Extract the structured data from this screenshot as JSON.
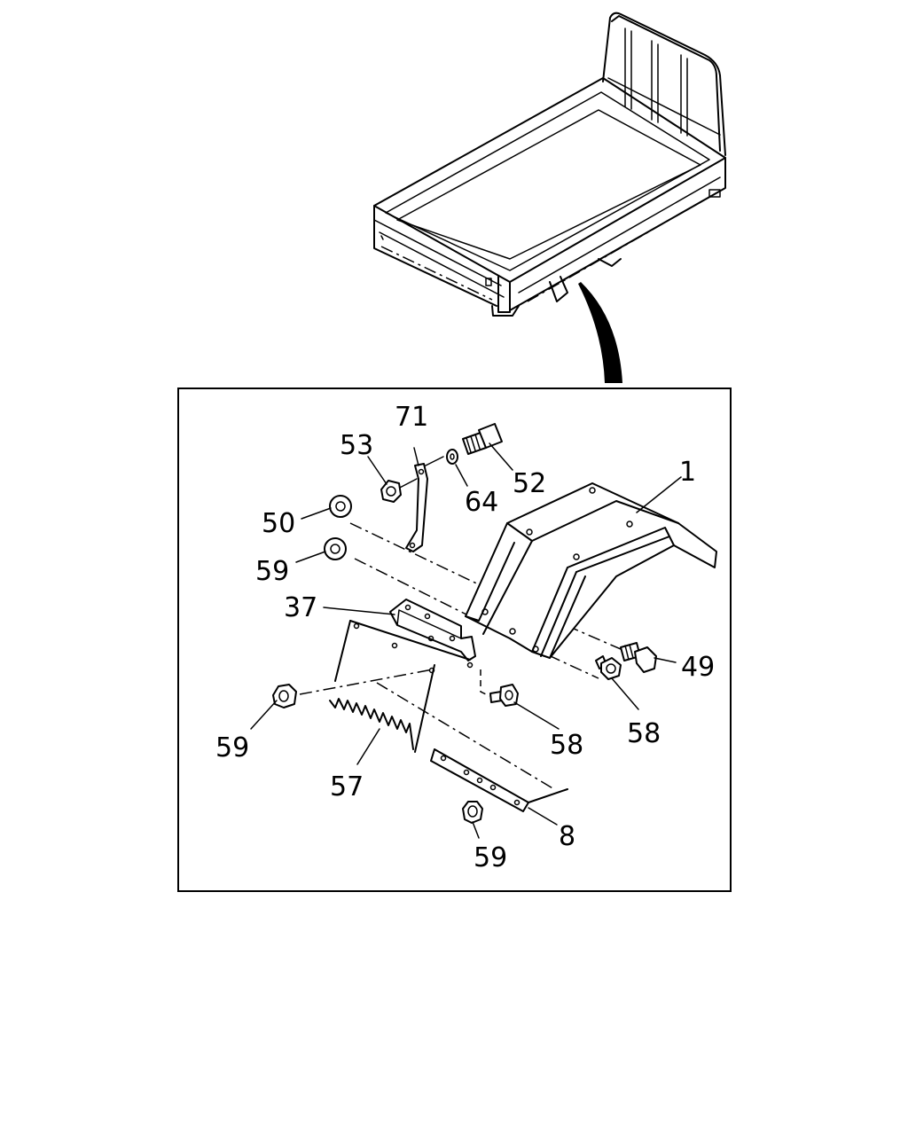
{
  "callouts": [
    {
      "id": "c71",
      "text": "71"
    },
    {
      "id": "c53",
      "text": "53"
    },
    {
      "id": "c52",
      "text": "52"
    },
    {
      "id": "c64",
      "text": "64"
    },
    {
      "id": "c1",
      "text": "1"
    },
    {
      "id": "c50",
      "text": "50"
    },
    {
      "id": "c59a",
      "text": "59"
    },
    {
      "id": "c37",
      "text": "37"
    },
    {
      "id": "c49",
      "text": "49"
    },
    {
      "id": "c59b",
      "text": "59"
    },
    {
      "id": "c58a",
      "text": "58"
    },
    {
      "id": "c58b",
      "text": "58"
    },
    {
      "id": "c57",
      "text": "57"
    },
    {
      "id": "c8",
      "text": "8"
    },
    {
      "id": "c59c",
      "text": "59"
    }
  ]
}
